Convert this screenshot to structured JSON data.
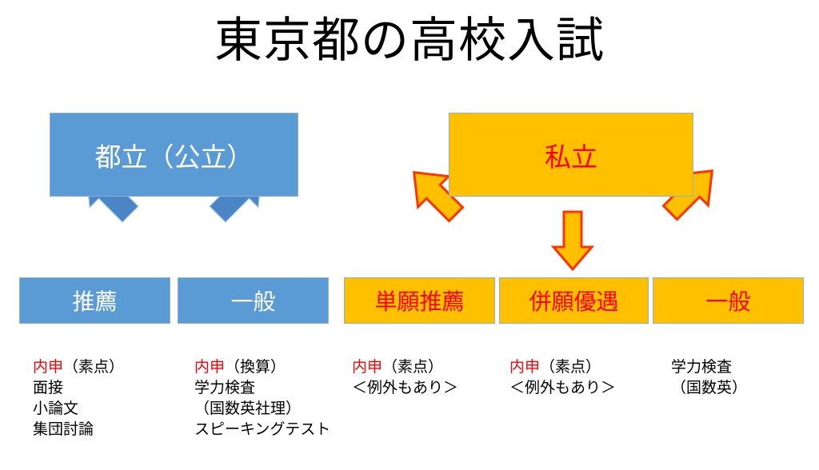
{
  "slide": {
    "title": "東京都の高校入試",
    "background_color": "#FFFFFF"
  },
  "colors": {
    "public_fill": "#5B9BD5",
    "public_text": "#FFFFFF",
    "private_fill": "#FFC000",
    "private_text": "#FF0000",
    "box_border": "#8FAECD",
    "arrow_blue": "#4A86C5",
    "arrow_yellow_fill": "#FFC000",
    "arrow_yellow_stroke": "#FF0000",
    "body_text": "#000000",
    "highlight_text": "#FF0000"
  },
  "branches": {
    "public": {
      "heading": "都立（公立）",
      "types": [
        {
          "label": "推薦"
        },
        {
          "label": "一般"
        }
      ]
    },
    "private": {
      "heading": "私立",
      "types": [
        {
          "label": "単願推薦"
        },
        {
          "label": "併願優遇"
        },
        {
          "label": "一般"
        }
      ]
    }
  },
  "notes": [
    {
      "for": "推薦",
      "lines": [
        {
          "highlight": "内申",
          "rest": "（素点）"
        },
        {
          "highlight": "",
          "rest": "面接"
        },
        {
          "highlight": "",
          "rest": "小論文"
        },
        {
          "highlight": "",
          "rest": "集団討論"
        }
      ]
    },
    {
      "for": "一般",
      "lines": [
        {
          "highlight": "内申",
          "rest": "（換算）"
        },
        {
          "highlight": "",
          "rest": "学力検査"
        },
        {
          "highlight": "",
          "rest": "（国数英社理）"
        },
        {
          "highlight": "",
          "rest": "スピーキングテスト"
        }
      ]
    },
    {
      "for": "単願推薦",
      "lines": [
        {
          "highlight": "内申",
          "rest": "（素点）"
        },
        {
          "highlight": "",
          "rest": "＜例外もあり＞"
        }
      ]
    },
    {
      "for": "併願優遇",
      "lines": [
        {
          "highlight": "内申",
          "rest": "（素点）"
        },
        {
          "highlight": "",
          "rest": "＜例外もあり＞"
        }
      ]
    },
    {
      "for": "一般（私立）",
      "lines": [
        {
          "highlight": "",
          "rest": "学力検査"
        },
        {
          "highlight": "",
          "rest": "（国数英）"
        }
      ]
    }
  ],
  "arrows": [
    {
      "name": "arrow-public-to-suisen",
      "direction": "down-left",
      "color": "blue"
    },
    {
      "name": "arrow-public-to-ippan",
      "direction": "down-right",
      "color": "blue"
    },
    {
      "name": "arrow-private-to-tangan",
      "direction": "down-left",
      "color": "yellow"
    },
    {
      "name": "arrow-private-to-heigan",
      "direction": "down",
      "color": "yellow"
    },
    {
      "name": "arrow-private-to-ippan",
      "direction": "down-right",
      "color": "yellow"
    }
  ]
}
